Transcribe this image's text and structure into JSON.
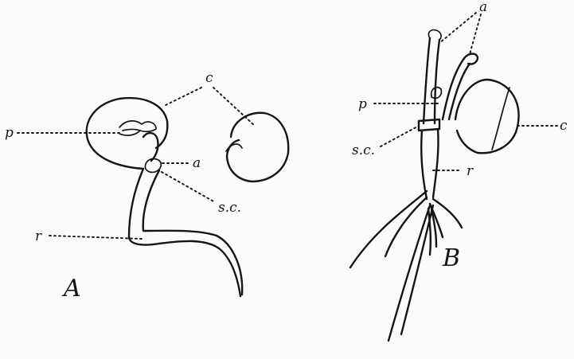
{
  "figure": {
    "panel_a": {
      "letter": "A",
      "labels": {
        "cotyledon": "c",
        "plumule": "p",
        "axil": "a",
        "seed_coat": "s.c.",
        "radicle": "r"
      }
    },
    "panel_b": {
      "letter": "B",
      "labels": {
        "axil": "a",
        "plumule": "p",
        "seed_coat": "s.c.",
        "radicle": "r",
        "cotyledon": "c"
      }
    }
  }
}
